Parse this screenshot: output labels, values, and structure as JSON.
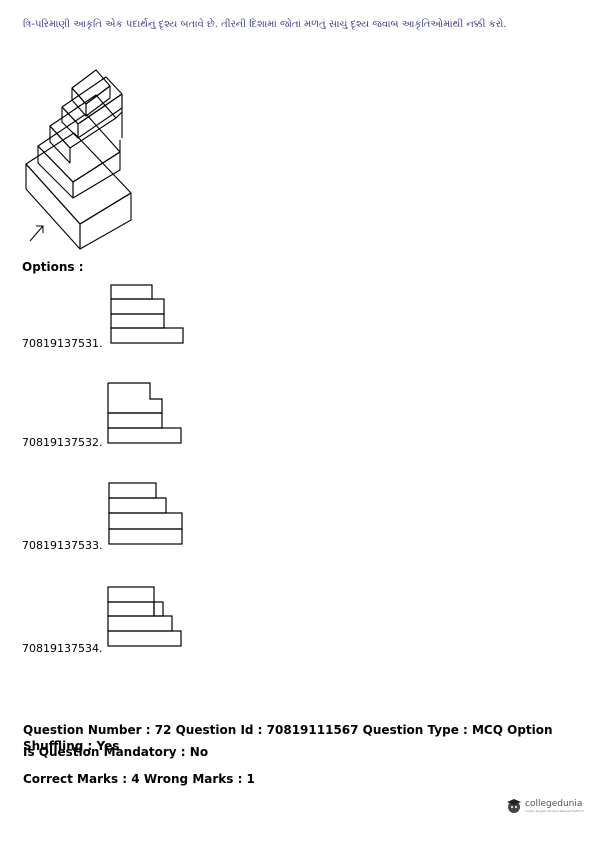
{
  "question": {
    "text": "ત્રિ-પરિમાણી આકૃતિ એક પદાર્થનું દૃશ્ય બતાવે છે. તીરની દિશામાં જોતાં મળતું સાચું દૃશ્ય જવાબ આકૃતિઓમાંથી નક્કી કરો."
  },
  "options_label": "Options :",
  "options": [
    {
      "id": "70819137531."
    },
    {
      "id": "70819137532."
    },
    {
      "id": "70819137533."
    },
    {
      "id": "70819137534."
    }
  ],
  "meta": {
    "line1": "Question Number : 72 Question Id : 70819111567 Question Type : MCQ Option Shuffling : Yes",
    "line2": "Is Question Mandatory : No",
    "line3": "Correct Marks : 4 Wrong Marks : 1"
  },
  "logo": {
    "name": "collegedunia",
    "tagline": "India's largest Student Review Platform"
  }
}
